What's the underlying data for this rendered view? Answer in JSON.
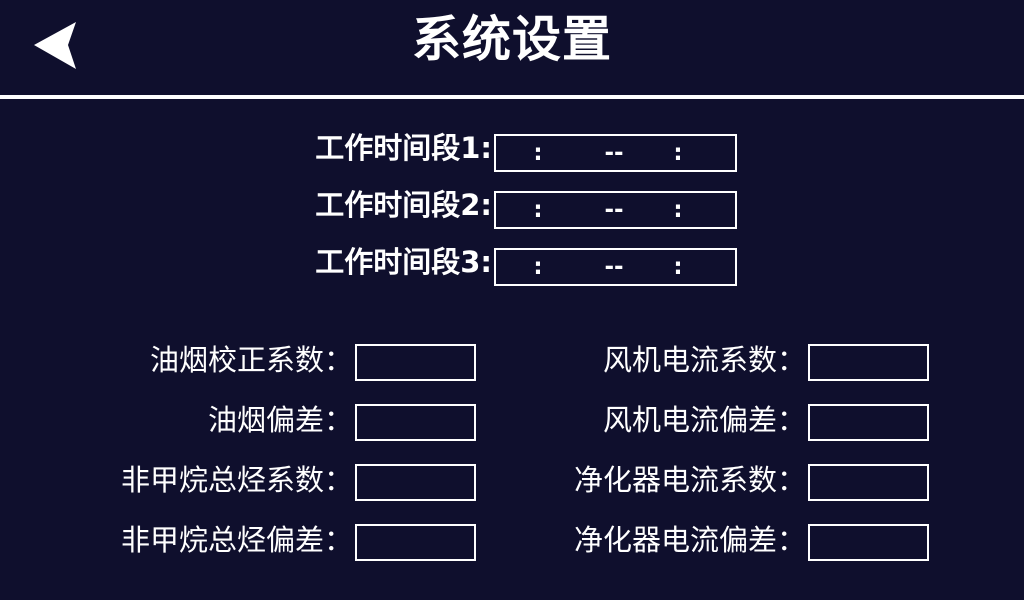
{
  "theme": {
    "background": "#0f0f2d",
    "foreground": "#ffffff",
    "border": "#ffffff"
  },
  "header": {
    "title": "系统设置",
    "back_icon": "back-arrow-icon"
  },
  "time_section": {
    "rows": [
      {
        "label": "工作时间段1:",
        "value": {
          "start_separator": ":",
          "range_separator": "--",
          "end_separator": ":"
        }
      },
      {
        "label": "工作时间段2:",
        "value": {
          "start_separator": ":",
          "range_separator": "--",
          "end_separator": ":"
        }
      },
      {
        "label": "工作时间段3:",
        "value": {
          "start_separator": ":",
          "range_separator": "--",
          "end_separator": ":"
        }
      }
    ]
  },
  "coefficients": {
    "rows": [
      {
        "left": {
          "label": "油烟校正系数：",
          "value": ""
        },
        "right": {
          "label": "风机电流系数：",
          "value": ""
        }
      },
      {
        "left": {
          "label": "油烟偏差：",
          "value": ""
        },
        "right": {
          "label": "风机电流偏差：",
          "value": ""
        }
      },
      {
        "left": {
          "label": "非甲烷总烃系数：",
          "value": ""
        },
        "right": {
          "label": "净化器电流系数：",
          "value": ""
        }
      },
      {
        "left": {
          "label": "非甲烷总烃偏差：",
          "value": ""
        },
        "right": {
          "label": "净化器电流偏差：",
          "value": ""
        }
      }
    ]
  }
}
